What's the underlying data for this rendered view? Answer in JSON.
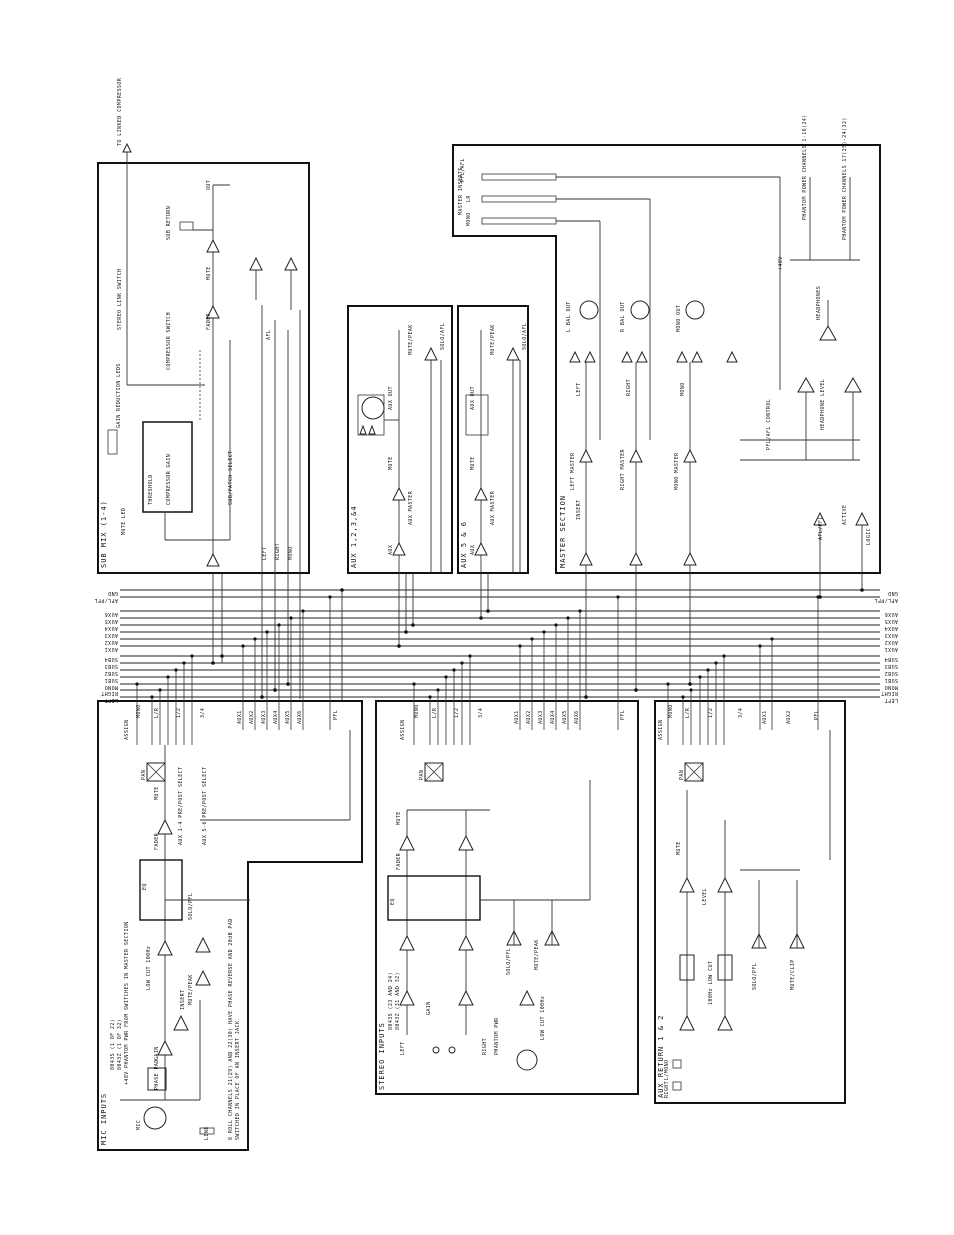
{
  "sections": {
    "mic_inputs": {
      "title": "MIC INPUTS",
      "model_lines": [
        "8043S (1 OF 22)",
        "8043Z (1 OF 32)"
      ],
      "phantom_note": "+48V PHANTOM PWR FROM SWITCHES IN MASTER SECTION",
      "footnote_line1": "8 ROLL CHANNELS 21(29) AND 22(30) HAVE PHASE REVERSE AND 20dB PAD",
      "footnote_line2": "SWITCHED IN PLACE OF AN INSERT JACK.",
      "labels": [
        "MIC",
        "LINE",
        "GAIN",
        "PHASE PAD",
        "INSERT",
        "LOW CUT 100Hz",
        "EQ",
        "FADER",
        "MUTE",
        "PAN",
        "SOLO/PFL",
        "MUTE/PEAK",
        "AUX 5-6 PRE/POST SELECT",
        "AUX 1-4 PRE/POST SELECT",
        "ASSIGN",
        "MONO",
        "L/R",
        "1/2",
        "3/4",
        "AUX1",
        "AUX2",
        "AUX3",
        "AUX4",
        "AUX5",
        "AUX6",
        "PFL"
      ]
    },
    "stereo_inputs": {
      "title": "STEREO INPUTS",
      "model_lines": [
        "8043S (23 AND 24)",
        "8043Z (31 AND 32)"
      ],
      "labels": [
        "LEFT",
        "RIGHT",
        "GAIN",
        "PHANTOM PWR",
        "LOW CUT 100Hz",
        "MUTE/PEAK",
        "SOLO/PFL",
        "EQ",
        "FADER",
        "MUTE",
        "PAN",
        "ASSIGN",
        "MONO",
        "L/R",
        "1/2",
        "3/4",
        "AUX1",
        "AUX2",
        "AUX3",
        "AUX4",
        "AUX5",
        "AUX6",
        "PFL"
      ]
    },
    "aux_return": {
      "title": "AUX RETURN 1 & 2",
      "labels": [
        "L/MONO",
        "RIGHT",
        "100Hz LOW CUT",
        "LEVEL",
        "MUTE",
        "PAN",
        "SOLO/PFL",
        "MUTE/CLIP",
        "ASSIGN",
        "MONO",
        "L/R",
        "1/2",
        "3/4",
        "AUX1",
        "AUX2",
        "PFL"
      ]
    },
    "sub_mix": {
      "title": "SUB MIX (1-4)",
      "labels": [
        "TO LINKED COMPRESSOR",
        "STEREO LINK SWITCH",
        "OUT",
        "SUB RETURN",
        "MUTE",
        "AFL",
        "FADER",
        "COMPRESSOR SWITCH",
        "GAIN REDUCTION LEDS",
        "THRESHOLD",
        "COMPRESSOR GAIN",
        "MUTE LED",
        "SUB/PATCH SELECT",
        "LEFT",
        "RIGHT",
        "MONO"
      ]
    },
    "aux_1234": {
      "title": "AUX 1,2,3,&4",
      "labels": [
        "MUTE/PEAK",
        "SOLO/AFL",
        "AUX OUT",
        "MUTE",
        "AUX MASTER",
        "AUX"
      ]
    },
    "aux_56": {
      "title": "AUX 5 & 6",
      "labels": [
        "MUTE/PEAK",
        "SOLO/AFL",
        "AUX OUT",
        "MUTE",
        "AUX MASTER",
        "AUX"
      ]
    },
    "master": {
      "title": "MASTER SECTION",
      "labels": [
        "PFL/AFL",
        "LR",
        "MONO",
        "MASTER INSERTS",
        "PHANTOM POWER CHANNELS 1-16(24)",
        "PHANTOM POWER CHANNELS 17(25)-24(32)",
        "+48V",
        "L BAL OUT",
        "R BAL OUT",
        "MONO OUT",
        "LEFT",
        "RIGHT",
        "MONO",
        "LEFT MASTER",
        "RIGHT MASTER",
        "MONO MASTER",
        "INSERT",
        "HEADPHONES",
        "HEADPHONE LEVEL",
        "PFL/AFL CONTROL",
        "AFL/PFL",
        "ACTIVE",
        "LOGIC"
      ]
    }
  },
  "bus_labels": [
    "GND",
    "AFL/PFL",
    "AUX6",
    "AUX5",
    "AUX4",
    "AUX3",
    "AUX2",
    "AUX1",
    "SUB4",
    "SUB3",
    "SUB2",
    "SUB1",
    "MONO",
    "RIGHT",
    "LEFT"
  ]
}
